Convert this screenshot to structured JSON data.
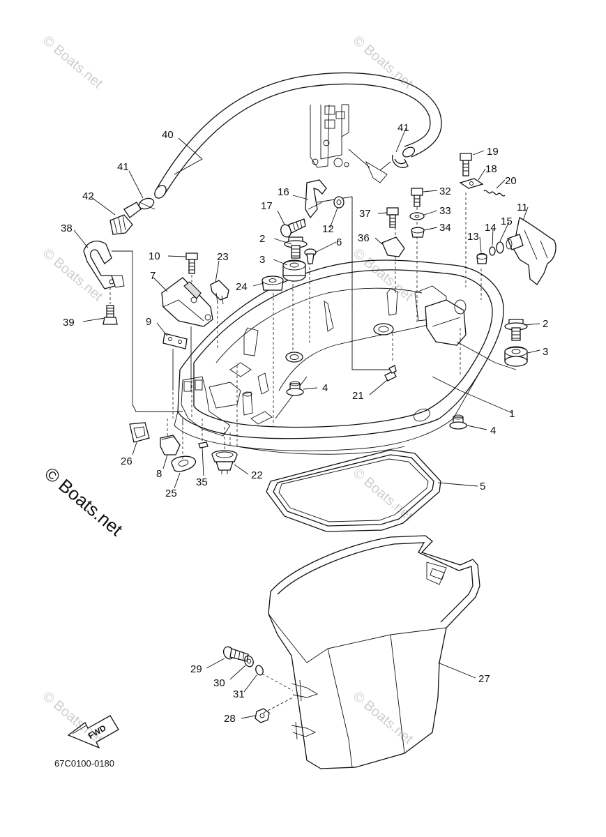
{
  "diagram_code": "67C0100-0180",
  "watermark": "© Boats.net",
  "fwd_label": "FWD",
  "parts": [
    {
      "id": "p1",
      "label": "1"
    },
    {
      "id": "p2a",
      "label": "2"
    },
    {
      "id": "p2b",
      "label": "2"
    },
    {
      "id": "p3a",
      "label": "3"
    },
    {
      "id": "p3b",
      "label": "3"
    },
    {
      "id": "p4a",
      "label": "4"
    },
    {
      "id": "p4b",
      "label": "4"
    },
    {
      "id": "p5",
      "label": "5"
    },
    {
      "id": "p6",
      "label": "6"
    },
    {
      "id": "p7",
      "label": "7"
    },
    {
      "id": "p8",
      "label": "8"
    },
    {
      "id": "p9",
      "label": "9"
    },
    {
      "id": "p10",
      "label": "10"
    },
    {
      "id": "p11",
      "label": "11"
    },
    {
      "id": "p12",
      "label": "12"
    },
    {
      "id": "p13",
      "label": "13"
    },
    {
      "id": "p14",
      "label": "14"
    },
    {
      "id": "p15",
      "label": "15"
    },
    {
      "id": "p16",
      "label": "16"
    },
    {
      "id": "p17",
      "label": "17"
    },
    {
      "id": "p18",
      "label": "18"
    },
    {
      "id": "p19",
      "label": "19"
    },
    {
      "id": "p20",
      "label": "20"
    },
    {
      "id": "p21",
      "label": "21"
    },
    {
      "id": "p22",
      "label": "22"
    },
    {
      "id": "p23",
      "label": "23"
    },
    {
      "id": "p24",
      "label": "24"
    },
    {
      "id": "p25",
      "label": "25"
    },
    {
      "id": "p26",
      "label": "26"
    },
    {
      "id": "p27",
      "label": "27"
    },
    {
      "id": "p28",
      "label": "28"
    },
    {
      "id": "p29",
      "label": "29"
    },
    {
      "id": "p30",
      "label": "30"
    },
    {
      "id": "p31",
      "label": "31"
    },
    {
      "id": "p32",
      "label": "32"
    },
    {
      "id": "p33",
      "label": "33"
    },
    {
      "id": "p34",
      "label": "34"
    },
    {
      "id": "p35",
      "label": "35"
    },
    {
      "id": "p36",
      "label": "36"
    },
    {
      "id": "p37",
      "label": "37"
    },
    {
      "id": "p38",
      "label": "38"
    },
    {
      "id": "p39",
      "label": "39"
    },
    {
      "id": "p40",
      "label": "40"
    },
    {
      "id": "p41a",
      "label": "41"
    },
    {
      "id": "p41b",
      "label": "41"
    },
    {
      "id": "p42",
      "label": "42"
    }
  ]
}
